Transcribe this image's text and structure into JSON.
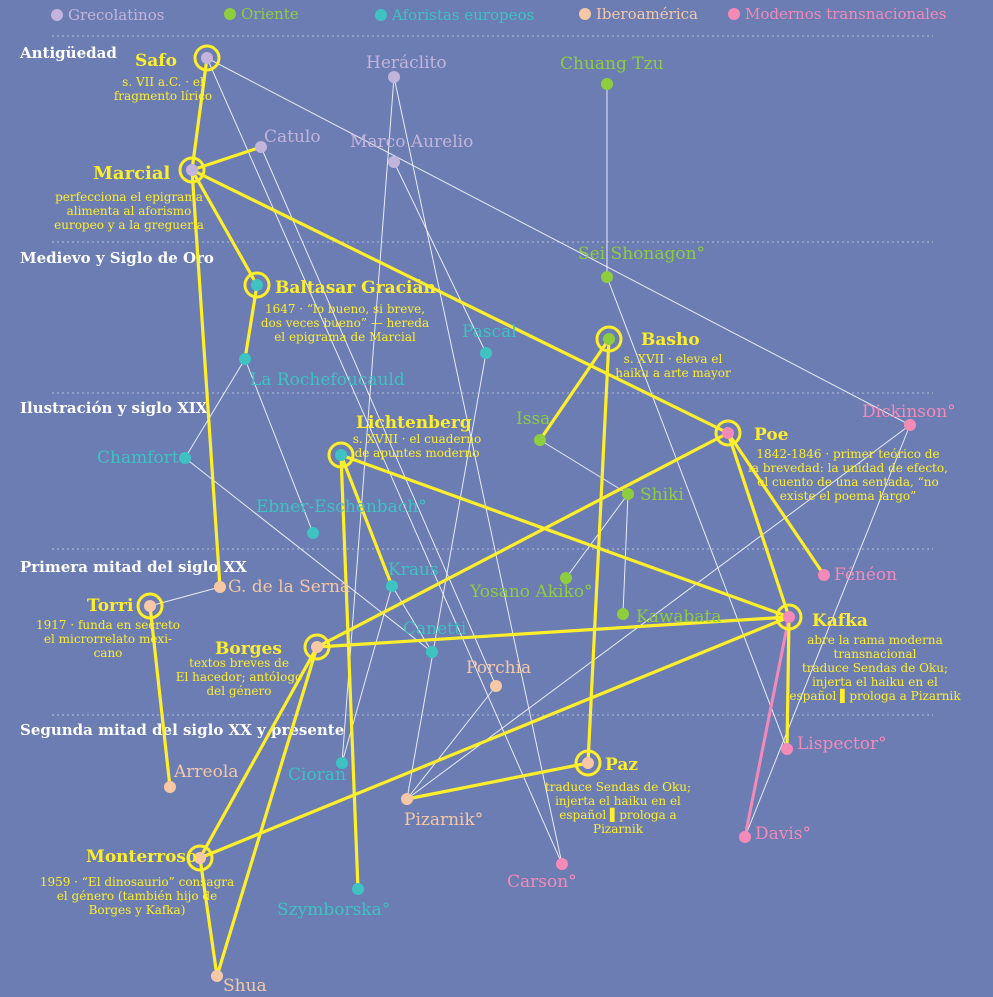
{
  "colors": {
    "background": "#6b7db3",
    "highlight": "#ffee2a",
    "era_label": "#ffffff",
    "thin_line": "#ffffff",
    "greco": "#c3b4dc",
    "oriente": "#8ece3e",
    "europeos": "#3ec2c2",
    "ibero": "#f6c8a6",
    "modernos": "#f48ab8"
  },
  "legend": [
    {
      "key": "greco",
      "label": "Grecolatinos"
    },
    {
      "key": "oriente",
      "label": "Oriente"
    },
    {
      "key": "europeos",
      "label": "Aforistas europeos"
    },
    {
      "key": "ibero",
      "label": "Iberoamérica"
    },
    {
      "key": "modernos",
      "label": "Modernos transnacionales"
    }
  ],
  "eras": [
    {
      "id": "antiguedad",
      "label": "Antigüedad"
    },
    {
      "id": "medievo",
      "label": "Medievo y Siglo de Oro"
    },
    {
      "id": "ilustracion",
      "label": "Ilustración y siglo XIX"
    },
    {
      "id": "xx1",
      "label": "Primera mitad del siglo XX"
    },
    {
      "id": "xx2",
      "label": "Segunda mitad del siglo XX y presente"
    }
  ],
  "nodes": [
    {
      "id": "safo",
      "label": "Safo",
      "group": "greco",
      "highlight": true,
      "note": [
        "s. VII a.C. · el",
        "fragmento lírico"
      ]
    },
    {
      "id": "catulo",
      "label": "Catulo",
      "group": "greco",
      "highlight": false
    },
    {
      "id": "heraclito",
      "label": "Heráclito",
      "group": "greco",
      "highlight": false
    },
    {
      "id": "marco",
      "label": "Marco Aurelio",
      "group": "greco",
      "highlight": false
    },
    {
      "id": "chuang",
      "label": "Chuang Tzu",
      "group": "oriente",
      "highlight": false
    },
    {
      "id": "marcial",
      "label": "Marcial",
      "group": "greco",
      "highlight": true,
      "note": [
        "perfecciona el epigrama",
        "alimenta al aforismo",
        "europeo y a la greguería"
      ]
    },
    {
      "id": "sei",
      "label": "Sei Shonagon°",
      "group": "oriente",
      "highlight": false
    },
    {
      "id": "gracian",
      "label": "Baltasar Gracián",
      "group": "europeos",
      "highlight": true,
      "note": [
        "1647 · “lo bueno, si breve,",
        "dos veces bueno” — hereda",
        "el epigrama de Marcial"
      ]
    },
    {
      "id": "pascal",
      "label": "Pascal",
      "group": "europeos",
      "highlight": false
    },
    {
      "id": "basho",
      "label": "Basho",
      "group": "oriente",
      "highlight": true,
      "note": [
        "s. XVII · eleva el",
        "haiku a arte mayor"
      ]
    },
    {
      "id": "rochefoucauld",
      "label": "La Rochefoucauld",
      "group": "europeos",
      "highlight": false
    },
    {
      "id": "dickinson",
      "label": "Dickinson°",
      "group": "modernos",
      "highlight": false
    },
    {
      "id": "issa",
      "label": "Issa",
      "group": "oriente",
      "highlight": false
    },
    {
      "id": "lichtenberg",
      "label": "Lichtenberg",
      "group": "europeos",
      "highlight": true,
      "note": [
        "s. XVIII · el cuaderno",
        "de apuntes moderno"
      ]
    },
    {
      "id": "poe",
      "label": "Poe",
      "group": "modernos",
      "highlight": true,
      "note": [
        "1842-1846 · primer teórico de",
        "la brevedad: la unidad de efecto,",
        "el cuento de una sentada, “no",
        "existe el poema largo”"
      ]
    },
    {
      "id": "chamfort",
      "label": "Chamfort",
      "group": "europeos",
      "highlight": false
    },
    {
      "id": "shiki",
      "label": "Shiki",
      "group": "oriente",
      "highlight": false
    },
    {
      "id": "ebner",
      "label": "Ebner-Eschenbach°",
      "group": "europeos",
      "highlight": false
    },
    {
      "id": "serna",
      "label": "G. de la Serna",
      "group": "ibero",
      "highlight": false
    },
    {
      "id": "kraus",
      "label": "Kraus",
      "group": "europeos",
      "highlight": false
    },
    {
      "id": "yosano",
      "label": "Yosano Akiko°",
      "group": "oriente",
      "highlight": false
    },
    {
      "id": "feneon",
      "label": "Fénéon",
      "group": "modernos",
      "highlight": false
    },
    {
      "id": "torri",
      "label": "Torri",
      "group": "ibero",
      "highlight": true,
      "note": [
        "1917 · funda en secreto",
        "el microrrelato mexi-",
        "cano"
      ]
    },
    {
      "id": "kawabata",
      "label": "Kawabata",
      "group": "oriente",
      "highlight": false
    },
    {
      "id": "kafka",
      "label": "Kafka",
      "group": "modernos",
      "highlight": true,
      "note": [
        "abre la rama moderna",
        "transnacional",
        "traduce Sendas de Oku;",
        "injerta el haiku en el",
        "español ▌prologa a Pizarnik"
      ]
    },
    {
      "id": "borges",
      "label": "Borges",
      "group": "ibero",
      "highlight": true,
      "note": [
        "textos breves de",
        "El hacedor; antólogo",
        "del género"
      ]
    },
    {
      "id": "canetti",
      "label": "Canetti",
      "group": "europeos",
      "highlight": false
    },
    {
      "id": "porchia",
      "label": "Porchia",
      "group": "ibero",
      "highlight": false
    },
    {
      "id": "lispector",
      "label": "Lispector°",
      "group": "modernos",
      "highlight": false
    },
    {
      "id": "arreola",
      "label": "Arreola",
      "group": "ibero",
      "highlight": false
    },
    {
      "id": "cioran",
      "label": "Cioran",
      "group": "europeos",
      "highlight": false
    },
    {
      "id": "paz",
      "label": "Paz",
      "group": "ibero",
      "highlight": true,
      "note": [
        "traduce Sendas de Oku;",
        "injerta el haiku en el",
        "español ▌prologa a",
        "Pizarnik"
      ]
    },
    {
      "id": "pizarnik",
      "label": "Pizarnik°",
      "group": "ibero",
      "highlight": false
    },
    {
      "id": "davis",
      "label": "Davis°",
      "group": "modernos",
      "highlight": false
    },
    {
      "id": "monterroso",
      "label": "Monterroso",
      "group": "ibero",
      "highlight": true,
      "note": [
        "1959 · “El dinosaurio” consagra",
        "el género (también hijo de",
        "Borges y Kafka)"
      ]
    },
    {
      "id": "carson",
      "label": "Carson°",
      "group": "modernos",
      "highlight": false
    },
    {
      "id": "szymborska",
      "label": "Szymborska°",
      "group": "europeos",
      "highlight": false
    },
    {
      "id": "shua",
      "label": "Shua",
      "group": "ibero",
      "highlight": false
    }
  ],
  "edges_major": [
    [
      "safo",
      "marcial"
    ],
    [
      "marcial",
      "catulo"
    ],
    [
      "marcial",
      "gracian"
    ],
    [
      "marcial",
      "poe"
    ],
    [
      "marcial",
      "serna"
    ],
    [
      "gracian",
      "rochefoucauld"
    ],
    [
      "basho",
      "issa"
    ],
    [
      "basho",
      "paz"
    ],
    [
      "poe",
      "kafka"
    ],
    [
      "poe",
      "feneon"
    ],
    [
      "poe",
      "borges"
    ],
    [
      "lichtenberg",
      "kraus"
    ],
    [
      "lichtenberg",
      "kafka"
    ],
    [
      "lichtenberg",
      "szymborska"
    ],
    [
      "torri",
      "arreola"
    ],
    [
      "borges",
      "kafka"
    ],
    [
      "borges",
      "monterroso"
    ],
    [
      "borges",
      "shua"
    ],
    [
      "kafka",
      "lispector"
    ],
    [
      "kafka",
      "monterroso"
    ],
    [
      "paz",
      "pizarnik"
    ],
    [
      "monterroso",
      "shua"
    ]
  ],
  "edges_pink": [
    [
      "kafka",
      "davis"
    ]
  ],
  "edges_minor": [
    [
      "safo",
      "carson"
    ],
    [
      "safo",
      "dickinson"
    ],
    [
      "heraclito",
      "carson"
    ],
    [
      "heraclito",
      "cioran"
    ],
    [
      "chuang",
      "sei"
    ],
    [
      "marco",
      "pascal"
    ],
    [
      "catulo",
      "porchia"
    ],
    [
      "rochefoucauld",
      "chamfort"
    ],
    [
      "rochefoucauld",
      "ebner"
    ],
    [
      "chamfort",
      "canetti"
    ],
    [
      "pascal",
      "pizarnik"
    ],
    [
      "sei",
      "lispector"
    ],
    [
      "dickinson",
      "davis"
    ],
    [
      "dickinson",
      "pizarnik"
    ],
    [
      "issa",
      "shiki"
    ],
    [
      "shiki",
      "yosano"
    ],
    [
      "shiki",
      "kawabata"
    ],
    [
      "serna",
      "torri"
    ],
    [
      "kraus",
      "canetti"
    ],
    [
      "kraus",
      "cioran"
    ],
    [
      "porchia",
      "pizarnik"
    ]
  ]
}
